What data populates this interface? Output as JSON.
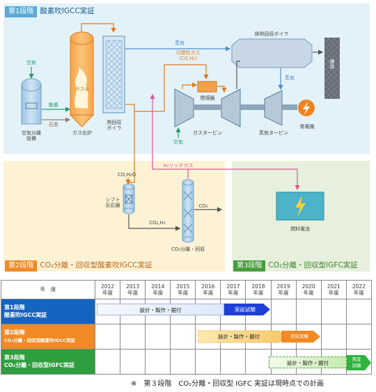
{
  "stage1": {
    "badge": "第1段階",
    "title": "酸素吹IGCC実証",
    "labels": {
      "air1": "空気",
      "oxygen": "酸素",
      "coal": "石炭",
      "asu": "空気分離\n設備",
      "gasifier_inner": "ガス化",
      "gasifier": "ガス化炉",
      "hrb": "熱回収\nボイラ",
      "steam1": "蒸気",
      "fuel_gas": "可燃性ガス\n（CO,H₂）",
      "hrsg": "排熱回収ボイラ",
      "stack": "煙突",
      "steam2": "蒸気",
      "combustor": "燃焼器",
      "air2": "空気",
      "gas_turbine": "ガスタービン",
      "steam_turbine": "蒸気タービン",
      "generator": "発電機"
    }
  },
  "stage2": {
    "badge": "第2段階",
    "title": "CO₂分離・回収型酸素吹IGCC実証",
    "labels": {
      "co_h2o": "CO,H₂O",
      "shift": "シフト\n反応器",
      "co2_h2": "CO₂,H₂",
      "h2_rich": "H₂リッチガス",
      "co2": "CO₂",
      "separation": "CO₂分離・回収"
    }
  },
  "stage3": {
    "badge": "第3段階",
    "title": "CO₂分離・回収型IGFC実証",
    "labels": {
      "fuel_cell": "燃料電池"
    }
  },
  "schedule": {
    "header": "年　度",
    "years": [
      "2012",
      "2013",
      "2014",
      "2015",
      "2016",
      "2017",
      "2018",
      "2019",
      "2020",
      "2021",
      "2022"
    ],
    "year_suffix": "年度",
    "rows": [
      {
        "line1": "第1段階",
        "line2": "酸素吹IGCC実証",
        "design": "設計・製作・据付",
        "demo": "実証試験",
        "color": "#1565c0"
      },
      {
        "line1": "第2段階",
        "line2": "CO₂分離・回収型酸素吹IGCC実証",
        "design": "設計・製作・据付",
        "demo": "実証試験",
        "color": "#f08a24"
      },
      {
        "line1": "第3段階",
        "line2": "CO₂分離・回収型IGFC実証",
        "design": "設計・製作・据付",
        "demo": "実証\n試験",
        "color": "#2e9e3e"
      }
    ]
  },
  "note": "※　第３段階　CO₂分離・回収型 IGFC 実証は現時点での計画"
}
